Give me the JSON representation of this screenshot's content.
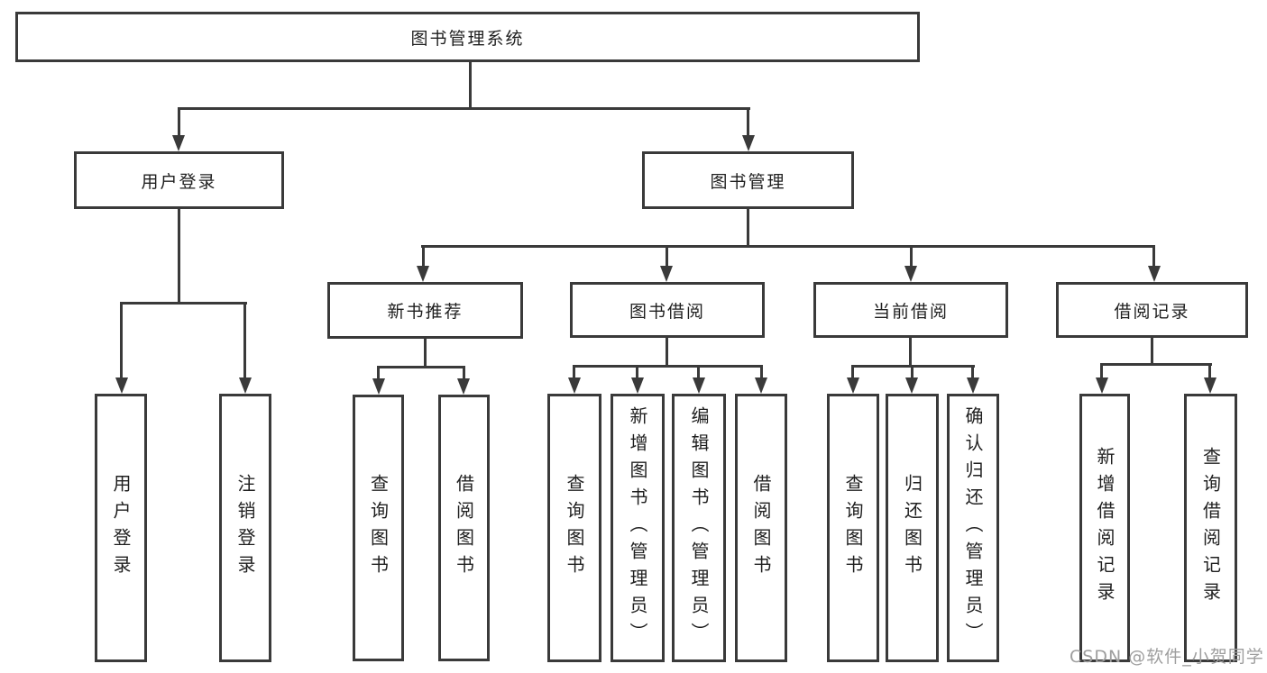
{
  "diagram": {
    "root": {
      "label": "图书管理系统"
    },
    "level2": [
      {
        "label": "用户登录"
      },
      {
        "label": "图书管理"
      }
    ],
    "level3": [
      {
        "label": "新书推荐"
      },
      {
        "label": "图书借阅"
      },
      {
        "label": "当前借阅"
      },
      {
        "label": "借阅记录"
      }
    ],
    "leaves": {
      "user_login": [
        "用户登录",
        "注销登录"
      ],
      "new_book_recommend": [
        "查询图书",
        "借阅图书"
      ],
      "book_borrow": [
        "查询图书",
        "新增图书（管理员）",
        "编辑图书（管理员）",
        "借阅图书"
      ],
      "current_borrow": [
        "查询图书",
        "归还图书",
        "确认归还（管理员）"
      ],
      "borrow_records": [
        "新增借阅记录",
        "查询借阅记录"
      ]
    }
  },
  "watermark": {
    "text": "CSDN @软件_小贺同学"
  },
  "colors": {
    "line": "#3a3a3a",
    "text": "#1f1f1f",
    "watermark": "#9e9e9e",
    "background": "#ffffff"
  }
}
